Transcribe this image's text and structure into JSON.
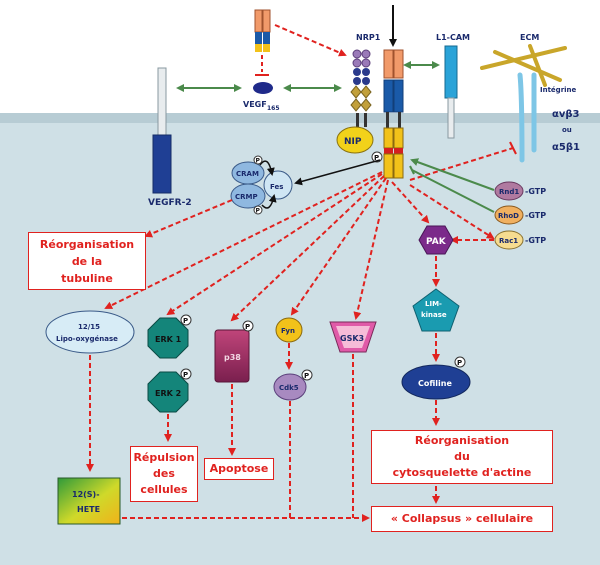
{
  "labels": {
    "vegfr2": "VEGFR-2",
    "vegf": "VEGF",
    "vegf_sub": "165",
    "nrp1": "NRP1",
    "l1cam": "L1-CAM",
    "ecm": "ECM",
    "integrine": "Intégrine",
    "avb3": "αvβ3",
    "ou": "ou",
    "a5b1": "α5β1",
    "nip": "NIP",
    "cram": "CRAM",
    "crmp": "CRMP",
    "fes": "Fes",
    "rnd1": "Rnd1",
    "rhod": "RhoD",
    "rac1": "Rac1",
    "gtp1": "-GTP",
    "gtp2": "-GTP",
    "gtp3": "-GTP",
    "pak": "PAK",
    "lim1": "LIM-",
    "lim2": "kinase",
    "cofiline": "Cofiline",
    "lipo1": "12/15",
    "lipo2": "Lipo-oxygénase",
    "erk1": "ERK 1",
    "erk2": "ERK 2",
    "p38": "p38",
    "fyn": "Fyn",
    "cdk5": "Cdk5",
    "gsk3": "GSK3",
    "hete1": "12(S)-",
    "hete2": "HETE",
    "p": "P"
  },
  "boxes": {
    "tubuline_1": "Réorganisation",
    "tubuline_2": "de la",
    "tubuline_3": "tubuline",
    "repulsion_1": "Répulsion",
    "repulsion_2": "des",
    "repulsion_3": "cellules",
    "apoptose": "Apoptose",
    "actine_1": "Réorganisation",
    "actine_2": "du",
    "actine_3": "cytosquelette d'actine",
    "collapsus": "« Collapsus » cellulaire"
  },
  "colors": {
    "background": "#cfe0e6",
    "membrane": "#b7ccd4",
    "arrow_red": "#e0221f",
    "arrow_green": "#4b8a4b",
    "text_blue": "#1a2a6c",
    "pak": "#7b2a8a",
    "lim": "#1a9bb0",
    "cofiline": "#1f3f94",
    "erk": "#14857a",
    "nip": "#f2d21a"
  }
}
